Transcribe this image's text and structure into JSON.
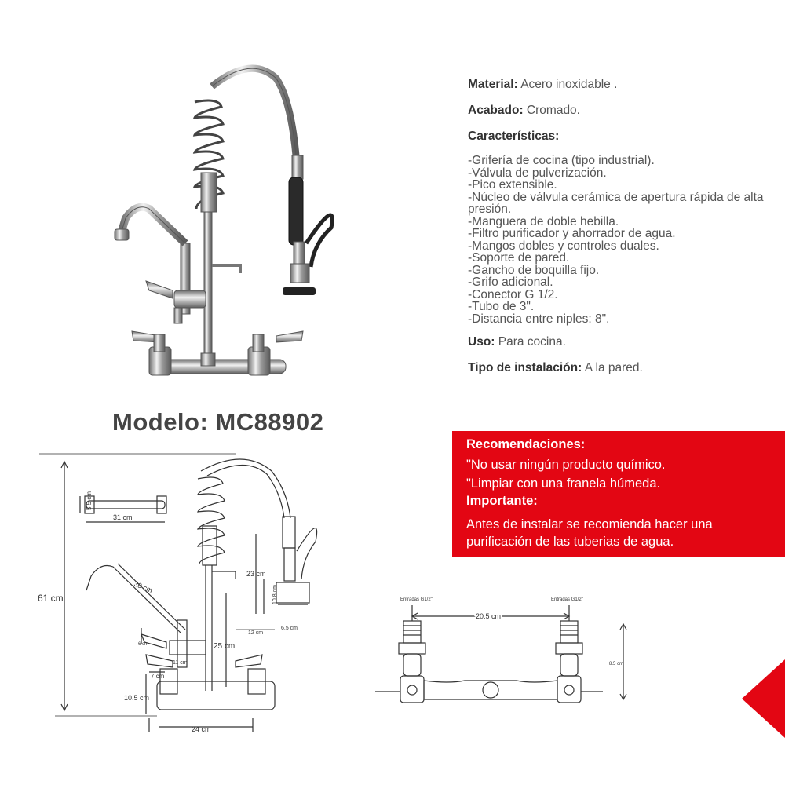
{
  "specs": {
    "material_label": "Material:",
    "material_value": " Acero inoxidable .",
    "finish_label": "Acabado:",
    "finish_value": " Cromado.",
    "features_label": "Características:",
    "features": [
      "Grifería de cocina (tipo industrial).",
      "Válvula de pulverización.",
      "Pico extensible.",
      "Núcleo de válvula cerámica de apertura rápida de alta presión.",
      "Manguera de doble hebilla.",
      "Filtro purificador y ahorrador de agua.",
      "Mangos dobles y controles duales.",
      "Soporte de pared.",
      "Gancho de boquilla fijo.",
      "Grifo adicional.",
      "Conector G 1/2.",
      "Tubo de 3\".",
      "Distancia entre niples:  8\"."
    ],
    "use_label": "Uso:",
    "use_value": " Para cocina.",
    "install_label": "Tipo de instalación:",
    "install_value": " A la pared."
  },
  "model": "Modelo: MC88902",
  "recommendations": {
    "title": "Recomendaciones:",
    "line1": "\"No usar ningún producto químico.",
    "line2": "\"Limpiar con una franela húmeda.",
    "important_title": "Importante:",
    "line3": "Antes de instalar se recomienda hacer una",
    "line4": "purificación de las tuberias de agua."
  },
  "dimensions": {
    "height_total": "61 cm",
    "pipe_height": "5.5 cm",
    "pipe_length": "31 cm",
    "spout_length": "30 cm",
    "spray_upper": "23 cm",
    "spray_lower": "10.8 cm",
    "spray_head": "6.5 cm",
    "spray_reach": "12 cm",
    "valve_height": "25 cm",
    "small_gap": "6 cm",
    "elbow_width": "11 cm",
    "handle_offset": "7 cm",
    "base_height": "10.5 cm",
    "base_width": "24 cm",
    "inlet_left": "Entradas G1/2\"",
    "inlet_right": "Entradas G1/2\"",
    "inlet_distance": "20.5 cm",
    "inlet_height": "8.5 cm"
  },
  "colors": {
    "accent_red": "#e30613",
    "text_gray": "#555555"
  }
}
